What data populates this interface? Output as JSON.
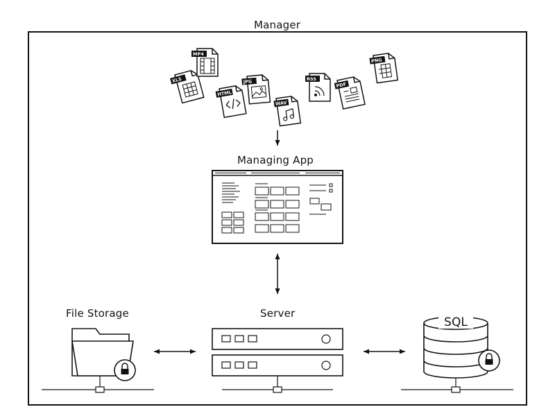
{
  "title": "Manager",
  "nodes": {
    "managing_app": "Managing App",
    "file_storage": "File Storage",
    "server": "Server",
    "database": "SQL"
  },
  "file_types": [
    "XLS",
    "MP4",
    "HTML",
    "JPG",
    "WAV",
    "RSS",
    "PDF",
    "PNG"
  ],
  "colors": {
    "stroke": "#111111",
    "background": "#ffffff"
  },
  "icons": [
    "spreadsheet-file-icon",
    "video-file-icon",
    "html-file-icon",
    "image-file-icon",
    "audio-file-icon",
    "rss-file-icon",
    "pdf-file-icon",
    "png-file-icon",
    "app-window-icon",
    "folder-icon",
    "lock-icon",
    "server-rack-icon",
    "database-icon",
    "network-node-icon"
  ]
}
